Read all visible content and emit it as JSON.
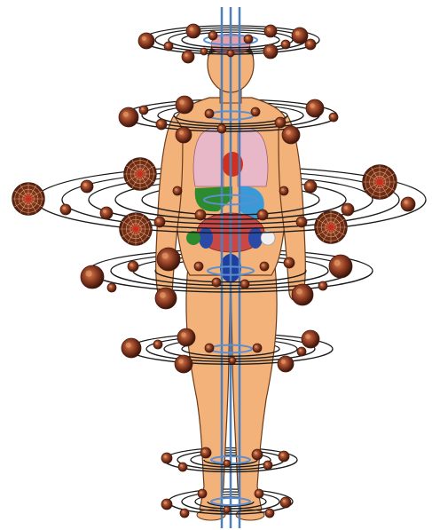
{
  "colors": {
    "background": "#ffffff",
    "skin": "#f3b27a",
    "skin_shadow": "#d98c52",
    "outline": "#6a3a1a",
    "axis_lines": "#4f7fb8",
    "axis_rings": "#5b8fd0",
    "orbit_lines": "#1a1a1a",
    "sphere_dark": "#4a1e10",
    "sphere_mid": "#8a3a22",
    "sphere_light": "#c0643c",
    "brain": "#e8a0a8",
    "lungs": "#e8b8c8",
    "heart": "#d03020",
    "liver": "#2e8a2e",
    "stomach": "#3a9ad8",
    "intestines": "#c84848",
    "kidneys": "#2a4aa8",
    "bladder": "#1f3fa0"
  },
  "figure": {
    "subject": "human-body",
    "organs": [
      "brain",
      "lungs",
      "heart",
      "liver",
      "stomach",
      "intestines",
      "kidneys",
      "bladder"
    ]
  },
  "orbit_levels": [
    {
      "name": "head"
    },
    {
      "name": "chest"
    },
    {
      "name": "abdomen"
    },
    {
      "name": "pelvis"
    },
    {
      "name": "knees"
    },
    {
      "name": "ankles"
    },
    {
      "name": "feet"
    }
  ]
}
